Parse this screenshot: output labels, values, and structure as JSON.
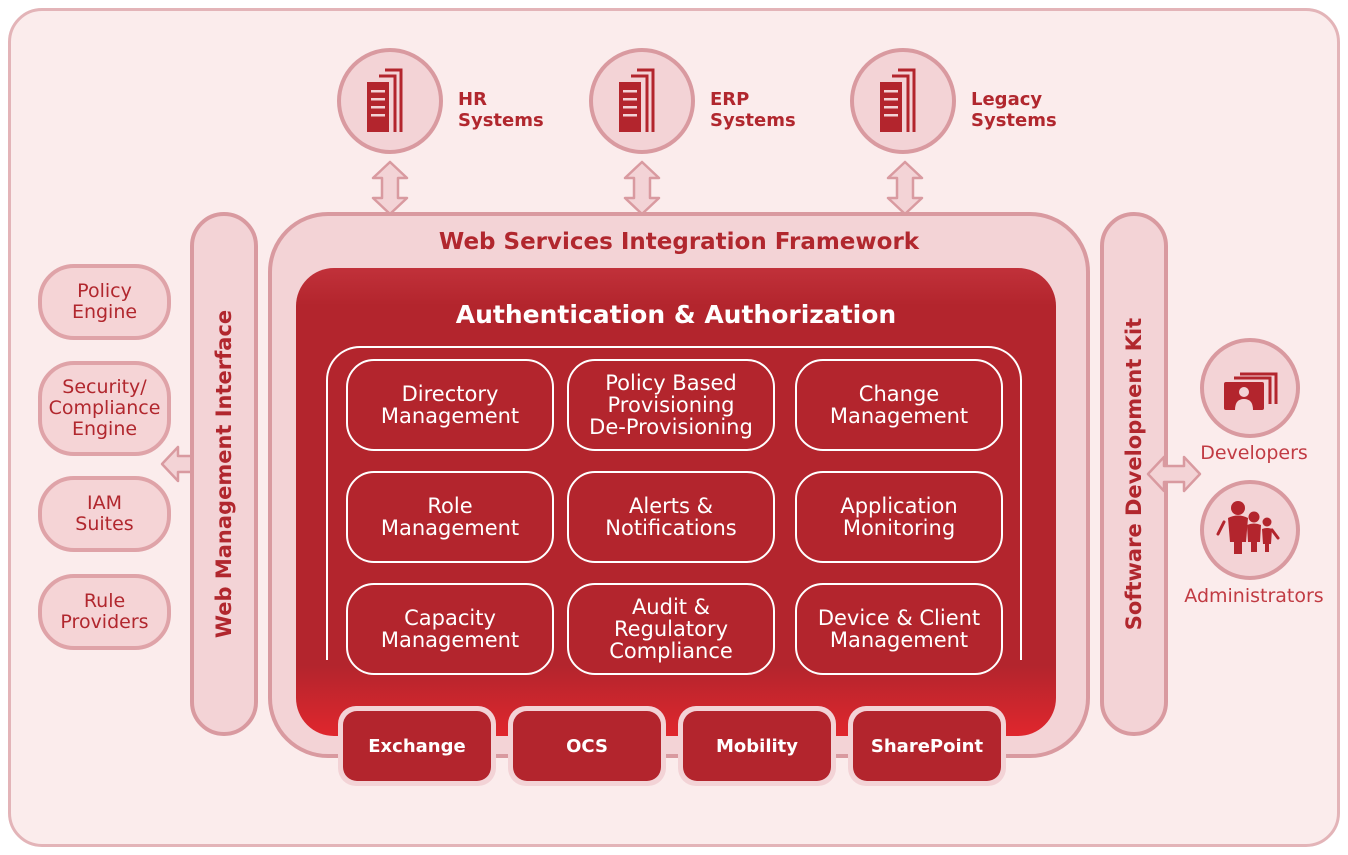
{
  "systems": [
    {
      "label": "HR\nSystems"
    },
    {
      "label": "ERP\nSystems"
    },
    {
      "label": "Legacy\nSystems"
    }
  ],
  "left_engines": [
    {
      "label": "Policy\nEngine"
    },
    {
      "label": "Security/\nCompliance\nEngine"
    },
    {
      "label": "IAM\nSuites"
    },
    {
      "label": "Rule\nProviders"
    }
  ],
  "web_management_interface": "Web Management Interface",
  "software_development_kit": "Software Development Kit",
  "framework_title": "Web Services Integration Framework",
  "auth_title": "Authentication & Authorization",
  "modules": [
    {
      "label": "Directory\nManagement"
    },
    {
      "label": "Policy Based\nProvisioning\nDe-Provisioning"
    },
    {
      "label": "Change\nManagement"
    },
    {
      "label": "Role\nManagement"
    },
    {
      "label": "Alerts &\nNotifications"
    },
    {
      "label": "Application\nMonitoring"
    },
    {
      "label": "Capacity\nManagement"
    },
    {
      "label": "Audit &\nRegulatory\nCompliance"
    },
    {
      "label": "Device & Client\nManagement"
    }
  ],
  "platforms": [
    {
      "label": "Exchange"
    },
    {
      "label": "OCS"
    },
    {
      "label": "Mobility"
    },
    {
      "label": "SharePoint"
    }
  ],
  "roles": [
    {
      "label": "Developers",
      "icon": "developer-icon"
    },
    {
      "label": "Administrators",
      "icon": "people-group-icon"
    }
  ],
  "colors": {
    "primary_red": "#b3252d",
    "light_pink": "#f3d3d6",
    "border_pink": "#d99aa0",
    "background": "#fbecec"
  }
}
